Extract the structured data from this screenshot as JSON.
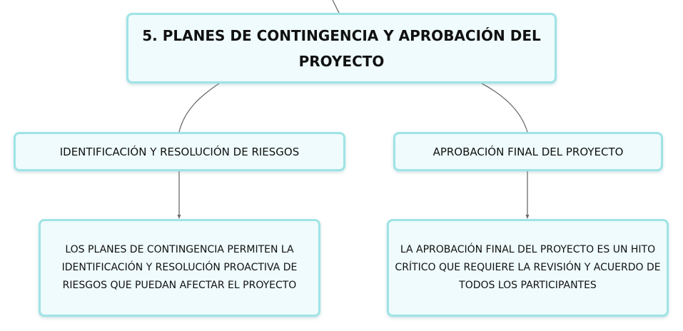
{
  "main_topic": {
    "title": "5. PLANES DE CONTINGENCIA Y APROBACIÓN DEL PROYECTO"
  },
  "subtopics": [
    {
      "label": "IDENTIFICACIÓN Y RESOLUCIÓN DE RIESGOS",
      "detail": "LOS PLANES DE CONTINGENCIA PERMITEN LA IDENTIFICACIÓN Y RESOLUCIÓN PROACTIVA DE RIESGOS QUE PUEDAN AFECTAR EL PROYECTO"
    },
    {
      "label": "APROBACIÓN FINAL DEL PROYECTO",
      "detail": "LA APROBACIÓN FINAL DEL PROYECTO ES UN HITO CRÍTICO QUE REQUIERE LA REVISIÓN Y ACUERDO DE TODOS LOS PARTICIPANTES"
    }
  ],
  "colors": {
    "node_fill": "#effbfc",
    "node_border": "#9fe3e6",
    "connector": "#6b6b6b",
    "text": "#111111"
  }
}
